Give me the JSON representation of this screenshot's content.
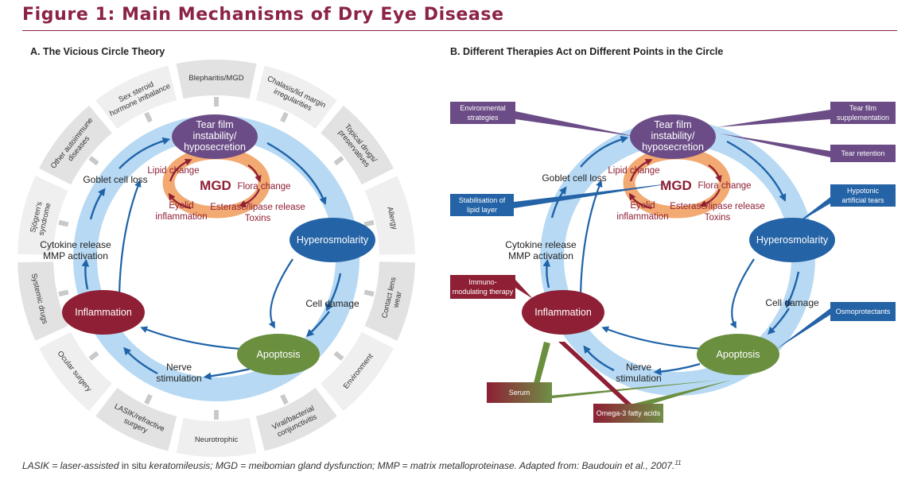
{
  "title": "Figure 1: Main Mechanisms of Dry Eye Disease",
  "panel_a": {
    "title": "A. The Vicious Circle Theory",
    "outer_ring": [
      "Blepharitis/MGD",
      "Chalasis/lid margin irregularities",
      "Topical drugs/ preservatives",
      "Allergy",
      "Contact lens wear",
      "Environment",
      "Viral/bacterial conjunctivitis",
      "Neurotrophic",
      "LASIK/refractive surgery",
      "Ocular surgery",
      "Systemic drugs",
      "Sjögren’s syndrome",
      "Other autoimmune diseases",
      "Sex steroid hormone imbalance"
    ]
  },
  "panel_b": {
    "title": "B. Different Therapies Act on Different Points in the Circle",
    "therapies": {
      "env": "Environmental strategies",
      "supp": "Tear film supplementation",
      "ret": "Tear retention",
      "stab": "Stabilisation of lipid layer",
      "hypo": "Hypotonic artificial tears",
      "immuno": "Immuno- modulating therapy",
      "osmo": "Osmoprotectants",
      "serum": "Serum",
      "omega": "Omega-3 fatty acids"
    }
  },
  "circle": {
    "tear": "Tear film instability/ hyposecretion",
    "hyper": "Hyperosmolarity",
    "apop": "Apoptosis",
    "inflam": "Inflammation",
    "cell_damage": "Cell damage",
    "nerve": "Nerve stimulation",
    "cytokine": "Cytokine release MMP activation",
    "goblet": "Goblet cell loss",
    "mgd": "MGD",
    "lipid": "Lipid change",
    "flora": "Flora change",
    "esterase": "Esterase/lipase release",
    "toxins": "Toxins",
    "eyelid": "Eyelid inflammation"
  },
  "caption": {
    "p1": "LASIK = laser-assisted ",
    "p2": "in situ",
    "p3": " keratomileusis; MGD = meibomian gland dysfunction; MMP = matrix metalloproteinase. Adapted from: Baudouin et al., 2007.",
    "ref": "11"
  },
  "colors": {
    "accent": "#8b2346",
    "purple": "#6b4c86",
    "blue": "#2d6aad",
    "green": "#6a8f3f",
    "red": "#8e1f34",
    "ring": "#b7d9f3",
    "orange": "#f2a972"
  }
}
